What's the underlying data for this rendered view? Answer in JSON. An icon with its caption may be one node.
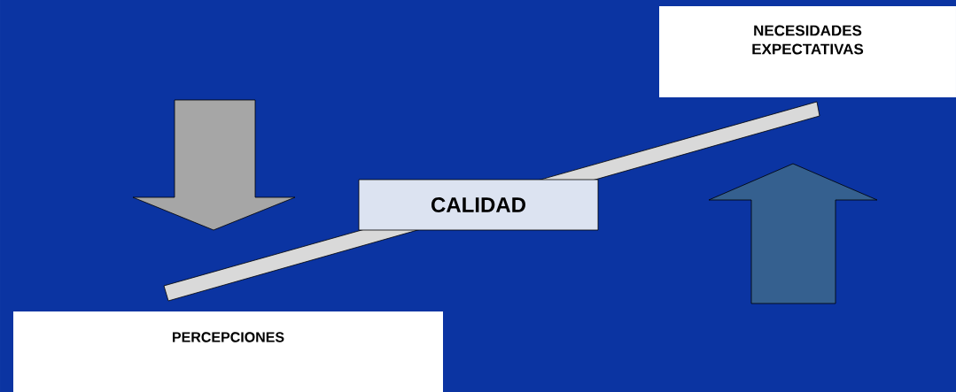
{
  "diagram": {
    "nodes": [
      {
        "text": [
          "NECESIDADES EXPECTATIVAS"
        ]
      },
      {
        "text": [
          "CALIDAD"
        ]
      },
      {
        "text": [
          "PERCEPCIONES"
        ]
      }
    ]
  }
}
